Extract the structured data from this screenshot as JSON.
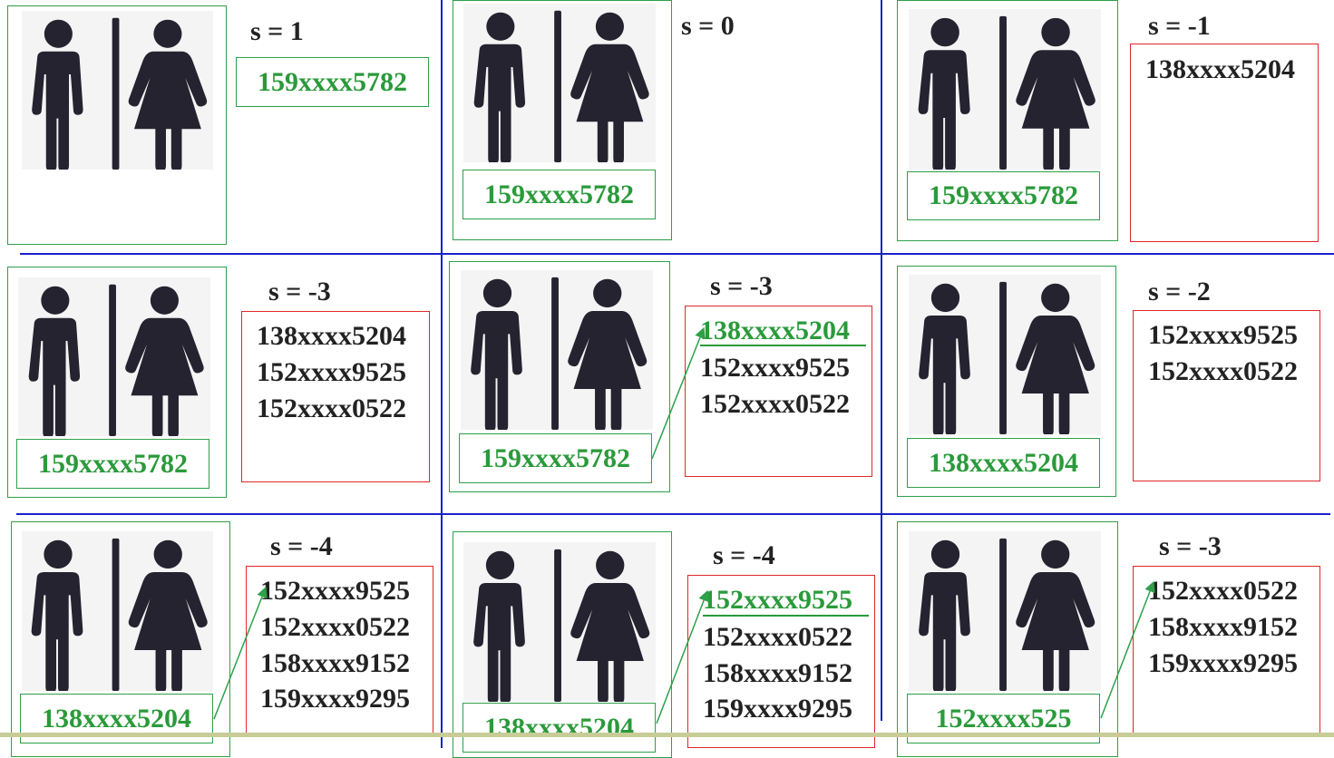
{
  "panels": [
    {
      "s": "s = 1",
      "green": "159xxxx5782",
      "list": []
    },
    {
      "s": "s = 0",
      "green": "159xxxx5782",
      "list": []
    },
    {
      "s": "s = -1",
      "green": "159xxxx5782",
      "list": [
        "138xxxx5204"
      ]
    },
    {
      "s": "s = -3",
      "green": "159xxxx5782",
      "list": [
        "138xxxx5204",
        "152xxxx9525",
        "152xxxx0522"
      ]
    },
    {
      "s": "s = -3",
      "green": "159xxxx5782",
      "list": [
        "138xxxx5204",
        "152xxxx9525",
        "152xxxx0522"
      ]
    },
    {
      "s": "s = -2",
      "green": "138xxxx5204",
      "list": [
        "152xxxx9525",
        "152xxxx0522"
      ]
    },
    {
      "s": "s = -4",
      "green": "138xxxx5204",
      "list": [
        "152xxxx9525",
        "152xxxx0522",
        "158xxxx9152",
        "159xxxx9295"
      ]
    },
    {
      "s": "s = -4",
      "green": "138xxxx5204",
      "list": [
        "152xxxx9525",
        "152xxxx0522",
        "158xxxx9152",
        "159xxxx9295"
      ]
    },
    {
      "s": "s = -3",
      "green": "152xxxx525",
      "list": [
        "152xxxx0522",
        "158xxxx9152",
        "159xxxx9295"
      ]
    }
  ],
  "icon": "restroom-man-woman-icon",
  "colors": {
    "green": "#2ea04a",
    "red": "#e0262a",
    "grid": "#1a22c8",
    "text": "#222222"
  }
}
